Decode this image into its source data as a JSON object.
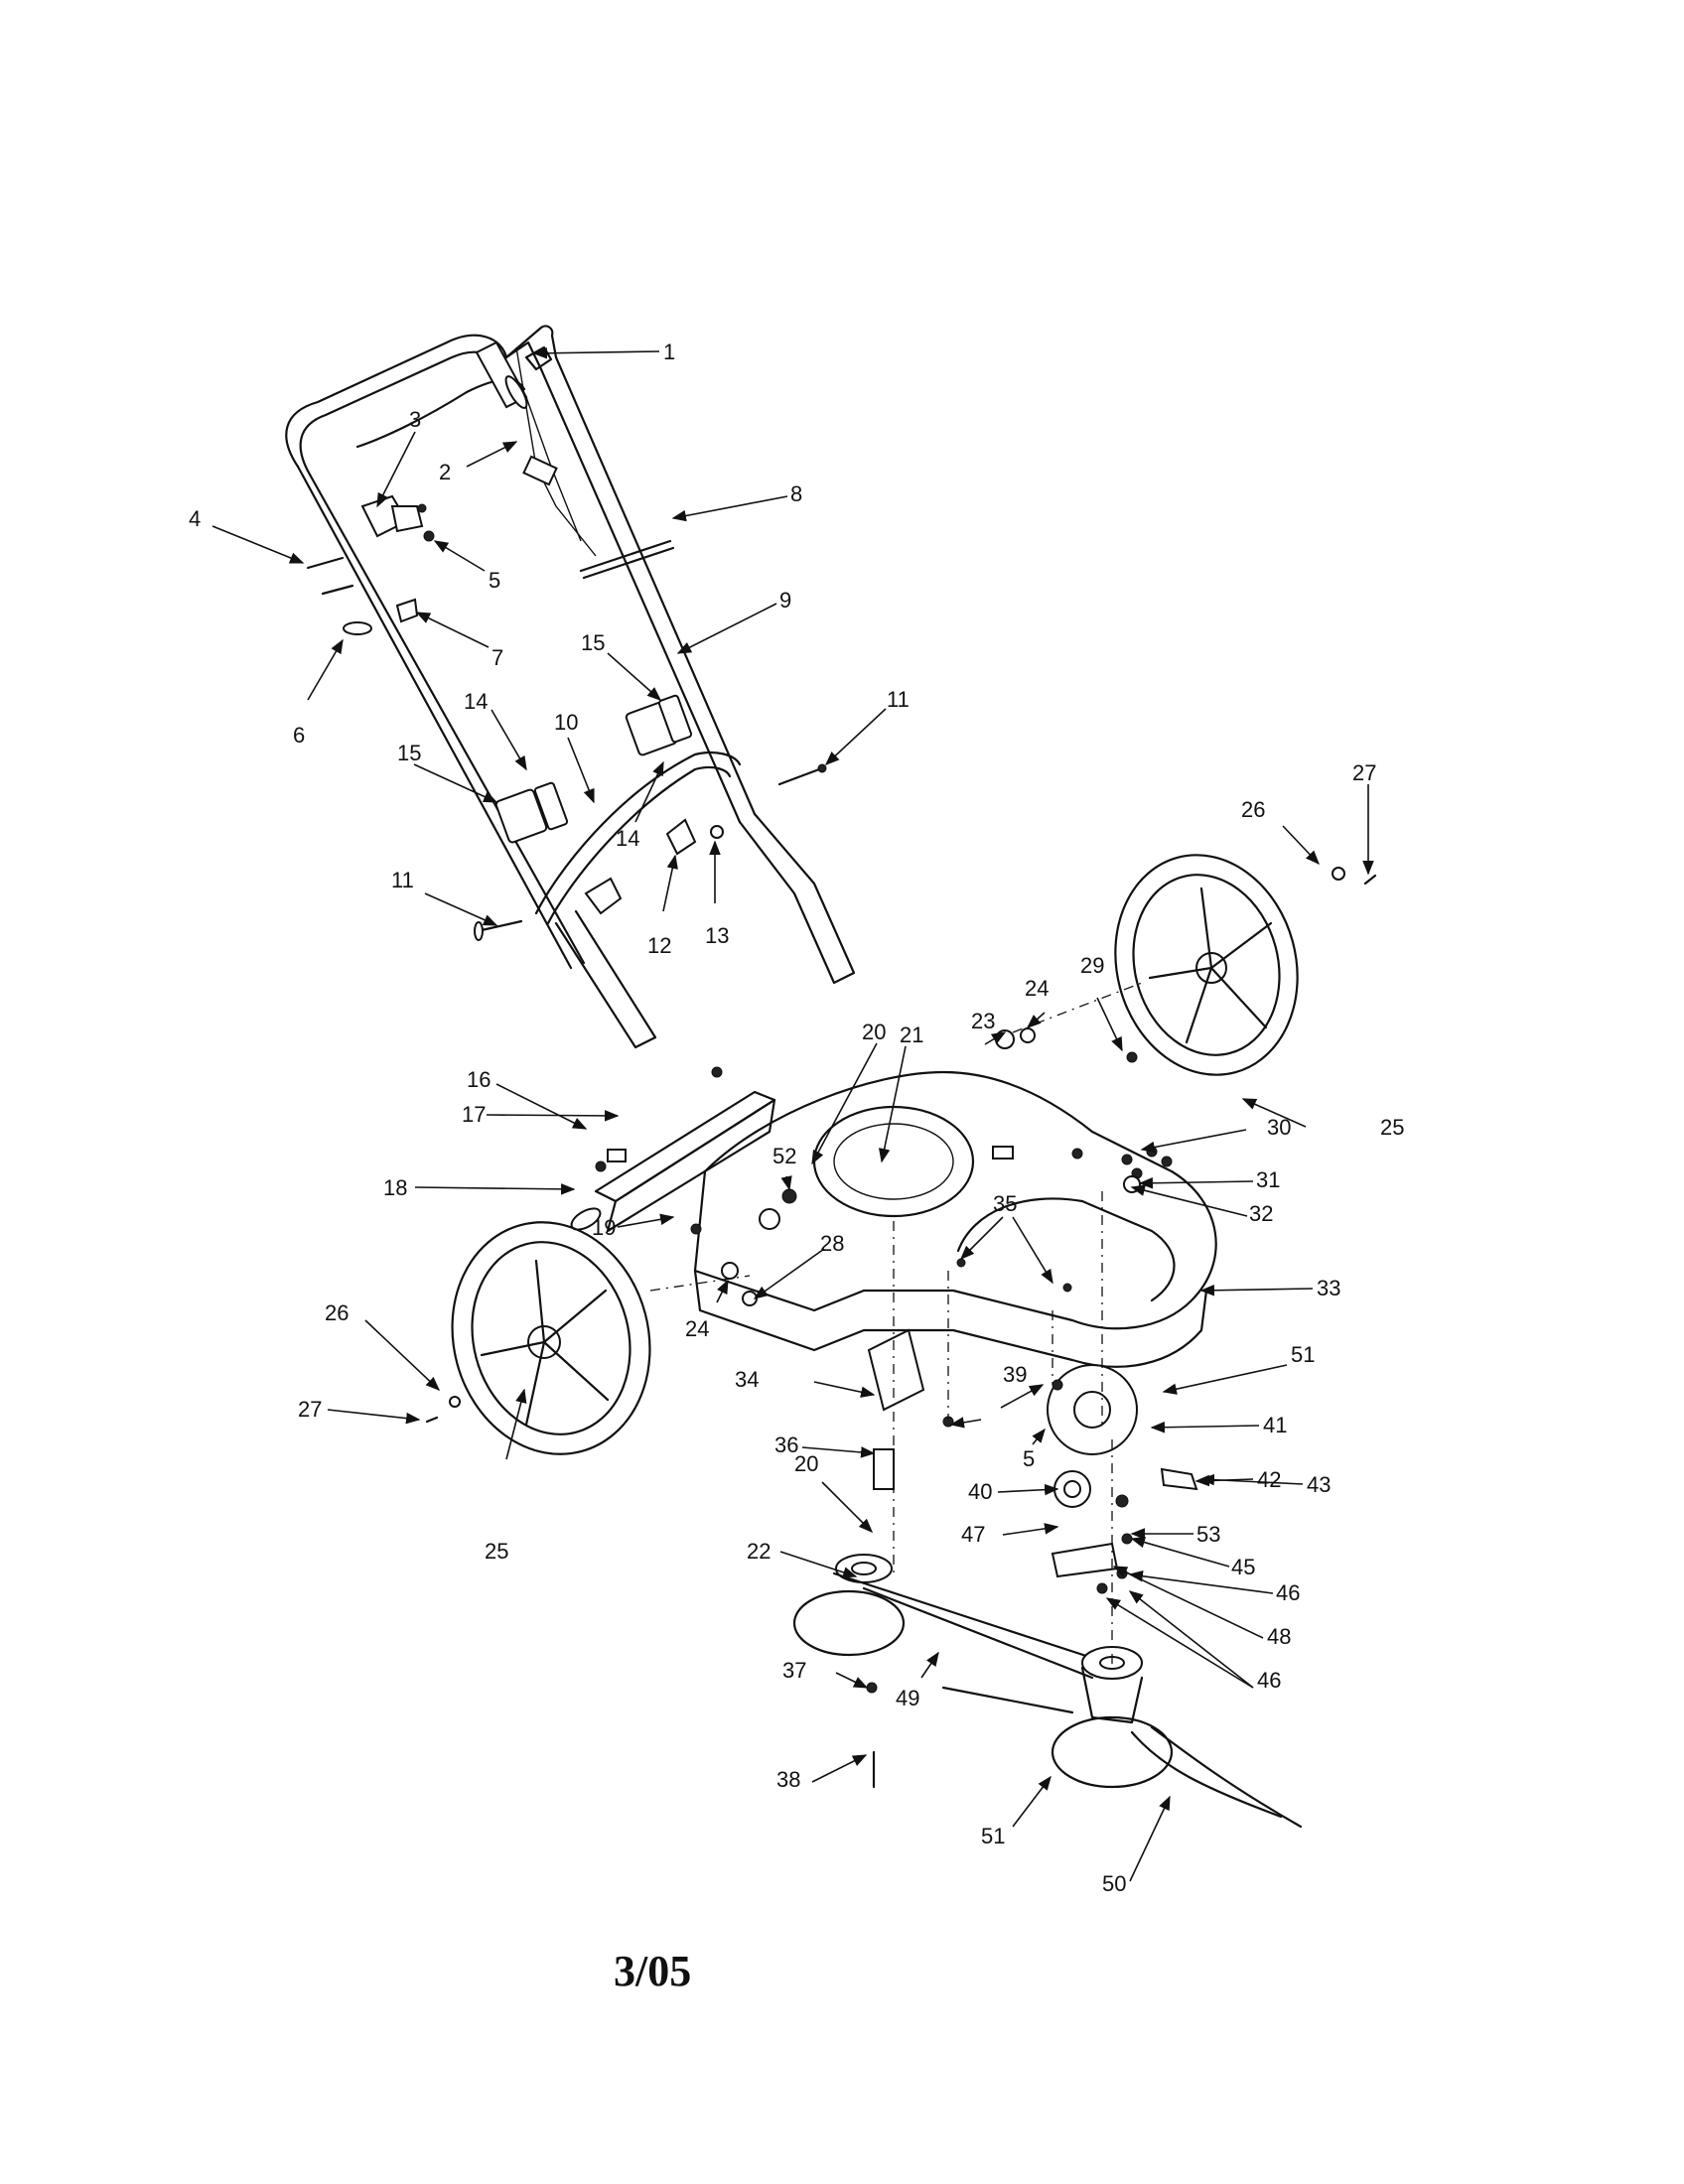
{
  "revision": "3/05",
  "callouts": [
    {
      "id": "c1",
      "label": "1"
    },
    {
      "id": "c2",
      "label": "2"
    },
    {
      "id": "c3",
      "label": "3"
    },
    {
      "id": "c4",
      "label": "4"
    },
    {
      "id": "c5a",
      "label": "5"
    },
    {
      "id": "c6",
      "label": "6"
    },
    {
      "id": "c7",
      "label": "7"
    },
    {
      "id": "c8",
      "label": "8"
    },
    {
      "id": "c9",
      "label": "9"
    },
    {
      "id": "c10",
      "label": "10"
    },
    {
      "id": "c11a",
      "label": "11"
    },
    {
      "id": "c11b",
      "label": "11"
    },
    {
      "id": "c12",
      "label": "12"
    },
    {
      "id": "c13",
      "label": "13"
    },
    {
      "id": "c14a",
      "label": "14"
    },
    {
      "id": "c14b",
      "label": "14"
    },
    {
      "id": "c15a",
      "label": "15"
    },
    {
      "id": "c15b",
      "label": "15"
    },
    {
      "id": "c16",
      "label": "16"
    },
    {
      "id": "c17",
      "label": "17"
    },
    {
      "id": "c18",
      "label": "18"
    },
    {
      "id": "c19",
      "label": "19"
    },
    {
      "id": "c20a",
      "label": "20"
    },
    {
      "id": "c20b",
      "label": "20"
    },
    {
      "id": "c21",
      "label": "21"
    },
    {
      "id": "c22",
      "label": "22"
    },
    {
      "id": "c23",
      "label": "23"
    },
    {
      "id": "c24a",
      "label": "24"
    },
    {
      "id": "c24b",
      "label": "24"
    },
    {
      "id": "c25a",
      "label": "25"
    },
    {
      "id": "c25b",
      "label": "25"
    },
    {
      "id": "c26a",
      "label": "26"
    },
    {
      "id": "c26b",
      "label": "26"
    },
    {
      "id": "c27a",
      "label": "27"
    },
    {
      "id": "c27b",
      "label": "27"
    },
    {
      "id": "c28",
      "label": "28"
    },
    {
      "id": "c29",
      "label": "29"
    },
    {
      "id": "c30",
      "label": "30"
    },
    {
      "id": "c31",
      "label": "31"
    },
    {
      "id": "c32",
      "label": "32"
    },
    {
      "id": "c33",
      "label": "33"
    },
    {
      "id": "c34",
      "label": "34"
    },
    {
      "id": "c35",
      "label": "35"
    },
    {
      "id": "c36",
      "label": "36"
    },
    {
      "id": "c37",
      "label": "37"
    },
    {
      "id": "c38",
      "label": "38"
    },
    {
      "id": "c39",
      "label": "39"
    },
    {
      "id": "c40",
      "label": "40"
    },
    {
      "id": "c5b",
      "label": "5"
    },
    {
      "id": "c41",
      "label": "41"
    },
    {
      "id": "c42",
      "label": "42"
    },
    {
      "id": "c43",
      "label": "43"
    },
    {
      "id": "c45",
      "label": "45"
    },
    {
      "id": "c46a",
      "label": "46"
    },
    {
      "id": "c46b",
      "label": "46"
    },
    {
      "id": "c47",
      "label": "47"
    },
    {
      "id": "c48",
      "label": "48"
    },
    {
      "id": "c49",
      "label": "49"
    },
    {
      "id": "c50",
      "label": "50"
    },
    {
      "id": "c51a",
      "label": "51"
    },
    {
      "id": "c51b",
      "label": "51"
    },
    {
      "id": "c52",
      "label": "52"
    },
    {
      "id": "c53",
      "label": "53"
    }
  ]
}
